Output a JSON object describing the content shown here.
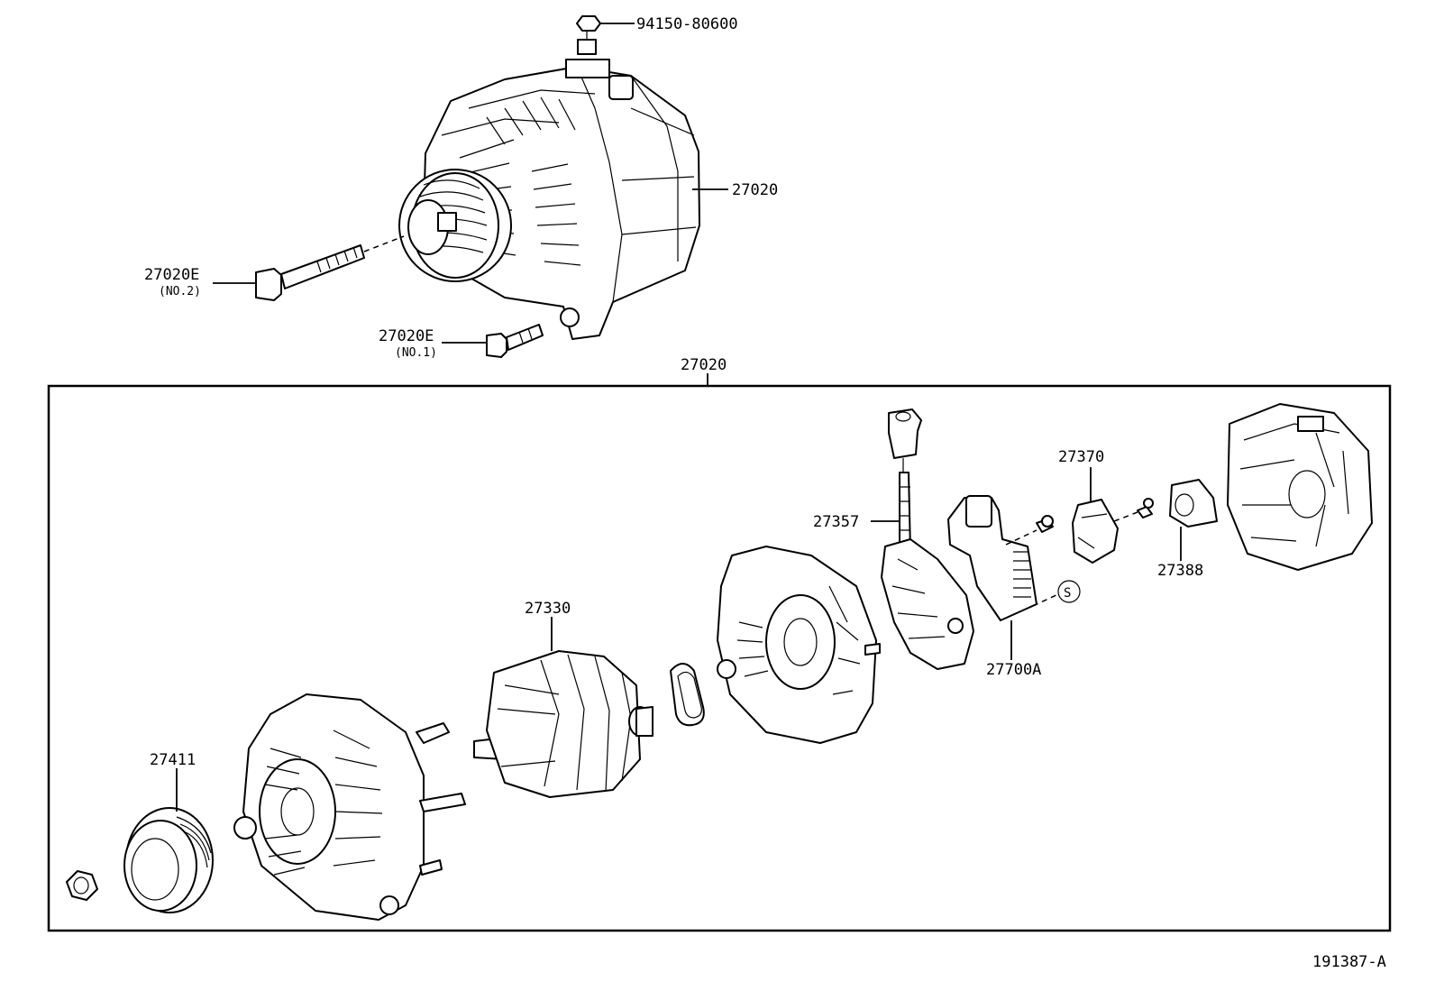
{
  "labels": {
    "nut_top": "94150-80600",
    "alternator_assy": "27020",
    "bolt_no2": "27020E",
    "bolt_no2_sub": "(NO.2)",
    "bolt_no1": "27020E",
    "bolt_no1_sub": "(NO.1)",
    "assy_box": "27020",
    "pulley": "27411",
    "rotor": "27330",
    "terminal_insulator": "27357",
    "brush_holder": "27370",
    "rear_cover_part": "27388",
    "regulator": "27700A",
    "s_symbol": "S"
  },
  "footer": {
    "figure_id": "191387-A"
  }
}
